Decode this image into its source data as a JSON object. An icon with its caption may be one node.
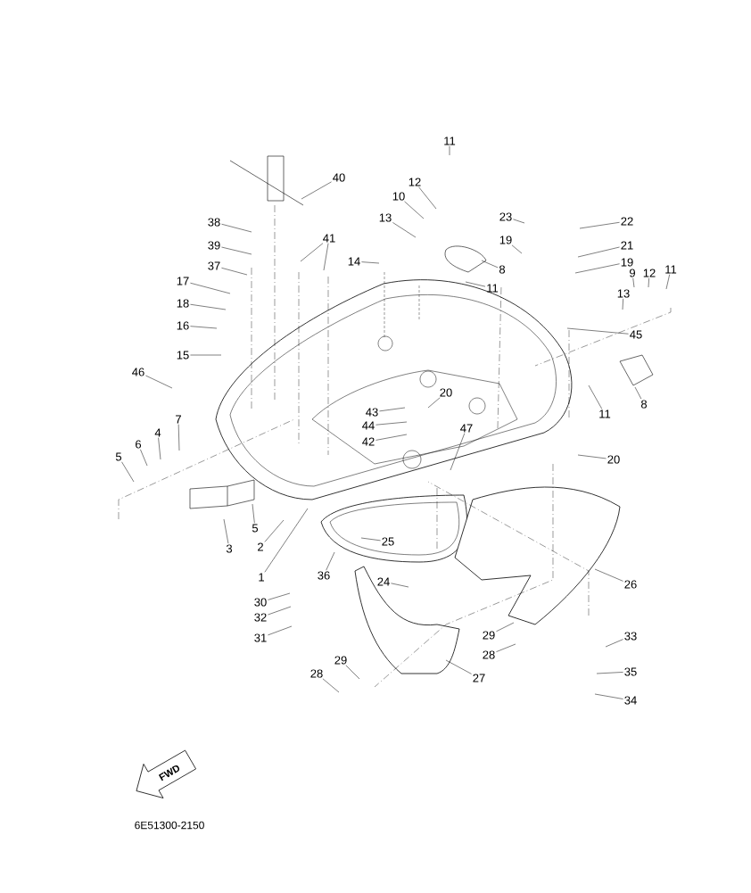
{
  "diagram": {
    "nodes": [
      {
        "text": [
          "11"
        ]
      },
      {
        "text": [
          "40"
        ]
      },
      {
        "text": [
          "12"
        ]
      },
      {
        "text": [
          "10"
        ]
      },
      {
        "text": [
          "13"
        ]
      },
      {
        "text": [
          "23"
        ]
      },
      {
        "text": [
          "22"
        ]
      },
      {
        "text": [
          "38"
        ]
      },
      {
        "text": [
          "41"
        ]
      },
      {
        "text": [
          "19"
        ]
      },
      {
        "text": [
          "39"
        ]
      },
      {
        "text": [
          "21"
        ]
      },
      {
        "text": [
          "14"
        ]
      },
      {
        "text": [
          "19"
        ]
      },
      {
        "text": [
          "37"
        ]
      },
      {
        "text": [
          "8"
        ]
      },
      {
        "text": [
          "9"
        ]
      },
      {
        "text": [
          "12"
        ]
      },
      {
        "text": [
          "11"
        ]
      },
      {
        "text": [
          "17"
        ]
      },
      {
        "text": [
          "11"
        ]
      },
      {
        "text": [
          "13"
        ]
      },
      {
        "text": [
          "18"
        ]
      },
      {
        "text": [
          "16"
        ]
      },
      {
        "text": [
          "45"
        ]
      },
      {
        "text": [
          "15"
        ]
      },
      {
        "text": [
          "46"
        ]
      },
      {
        "text": [
          "11"
        ]
      },
      {
        "text": [
          "20"
        ]
      },
      {
        "text": [
          "8"
        ]
      },
      {
        "text": [
          "43"
        ]
      },
      {
        "text": [
          "7"
        ]
      },
      {
        "text": [
          "44"
        ]
      },
      {
        "text": [
          "47"
        ]
      },
      {
        "text": [
          "4"
        ]
      },
      {
        "text": [
          "42"
        ]
      },
      {
        "text": [
          "6"
        ]
      },
      {
        "text": [
          "5"
        ]
      },
      {
        "text": [
          "20"
        ]
      },
      {
        "text": [
          "5"
        ]
      },
      {
        "text": [
          "25"
        ]
      },
      {
        "text": [
          "2"
        ]
      },
      {
        "text": [
          "3"
        ]
      },
      {
        "text": [
          "1"
        ]
      },
      {
        "text": [
          "36"
        ]
      },
      {
        "text": [
          "24"
        ]
      },
      {
        "text": [
          "26"
        ]
      },
      {
        "text": [
          "30"
        ]
      },
      {
        "text": [
          "32"
        ]
      },
      {
        "text": [
          "33"
        ]
      },
      {
        "text": [
          "31"
        ]
      },
      {
        "text": [
          "29"
        ]
      },
      {
        "text": [
          "28"
        ]
      },
      {
        "text": [
          "29"
        ]
      },
      {
        "text": [
          "27"
        ]
      },
      {
        "text": [
          "35"
        ]
      },
      {
        "text": [
          "28"
        ]
      },
      {
        "text": [
          "34"
        ]
      }
    ],
    "edges": [
      {
        "from": 0,
        "to": null,
        "arrow": "none"
      },
      {
        "from": 1,
        "to": null,
        "arrow": "none"
      },
      {
        "from": 2,
        "to": null,
        "arrow": "none"
      },
      {
        "from": 3,
        "to": null,
        "arrow": "none"
      },
      {
        "from": 4,
        "to": null,
        "arrow": "none"
      },
      {
        "from": 5,
        "to": null,
        "arrow": "none"
      },
      {
        "from": 6,
        "to": null,
        "arrow": "none"
      },
      {
        "from": 7,
        "to": null,
        "arrow": "none"
      },
      {
        "from": 8,
        "to": null,
        "arrow": "none"
      },
      {
        "from": 8,
        "to": null,
        "arrow": "none"
      },
      {
        "from": 9,
        "to": null,
        "arrow": "none"
      },
      {
        "from": 10,
        "to": null,
        "arrow": "none"
      },
      {
        "from": 11,
        "to": null,
        "arrow": "none"
      },
      {
        "from": 12,
        "to": null,
        "arrow": "none"
      },
      {
        "from": 13,
        "to": null,
        "arrow": "none"
      },
      {
        "from": 14,
        "to": null,
        "arrow": "none"
      },
      {
        "from": 15,
        "to": null,
        "arrow": "none"
      },
      {
        "from": 16,
        "to": null,
        "arrow": "none"
      },
      {
        "from": 17,
        "to": null,
        "arrow": "none"
      },
      {
        "from": 18,
        "to": null,
        "arrow": "none"
      },
      {
        "from": 19,
        "to": null,
        "arrow": "none"
      },
      {
        "from": 20,
        "to": null,
        "arrow": "none"
      },
      {
        "from": 21,
        "to": null,
        "arrow": "none"
      },
      {
        "from": 22,
        "to": null,
        "arrow": "none"
      },
      {
        "from": 23,
        "to": null,
        "arrow": "none"
      },
      {
        "from": 24,
        "to": null,
        "arrow": "none"
      },
      {
        "from": 25,
        "to": null,
        "arrow": "none"
      },
      {
        "from": 26,
        "to": null,
        "arrow": "none"
      },
      {
        "from": 27,
        "to": null,
        "arrow": "none"
      },
      {
        "from": 28,
        "to": null,
        "arrow": "none"
      },
      {
        "from": 29,
        "to": null,
        "arrow": "none"
      },
      {
        "from": 30,
        "to": null,
        "arrow": "none"
      },
      {
        "from": 31,
        "to": null,
        "arrow": "none"
      },
      {
        "from": 32,
        "to": null,
        "arrow": "none"
      },
      {
        "from": 33,
        "to": null,
        "arrow": "none"
      },
      {
        "from": 34,
        "to": null,
        "arrow": "none"
      },
      {
        "from": 35,
        "to": null,
        "arrow": "none"
      },
      {
        "from": 36,
        "to": null,
        "arrow": "none"
      },
      {
        "from": 37,
        "to": null,
        "arrow": "none"
      },
      {
        "from": 38,
        "to": null,
        "arrow": "none"
      },
      {
        "from": 39,
        "to": null,
        "arrow": "none"
      },
      {
        "from": 40,
        "to": null,
        "arrow": "none"
      },
      {
        "from": 41,
        "to": null,
        "arrow": "none"
      },
      {
        "from": 42,
        "to": null,
        "arrow": "none"
      },
      {
        "from": 43,
        "to": null,
        "arrow": "none"
      },
      {
        "from": 44,
        "to": null,
        "arrow": "none"
      },
      {
        "from": 45,
        "to": null,
        "arrow": "none"
      },
      {
        "from": 46,
        "to": null,
        "arrow": "none"
      },
      {
        "from": 47,
        "to": null,
        "arrow": "none"
      },
      {
        "from": 48,
        "to": null,
        "arrow": "none"
      },
      {
        "from": 49,
        "to": null,
        "arrow": "none"
      },
      {
        "from": 50,
        "to": null,
        "arrow": "none"
      },
      {
        "from": 51,
        "to": null,
        "arrow": "none"
      },
      {
        "from": 52,
        "to": null,
        "arrow": "none"
      },
      {
        "from": 53,
        "to": null,
        "arrow": "none"
      },
      {
        "from": 54,
        "to": null,
        "arrow": "none"
      },
      {
        "from": 55,
        "to": null,
        "arrow": "none"
      },
      {
        "from": 56,
        "to": null,
        "arrow": "none"
      },
      {
        "from": 57,
        "to": null,
        "arrow": "none"
      }
    ],
    "labels": [
      "FWD",
      "6E51300-2150"
    ]
  }
}
